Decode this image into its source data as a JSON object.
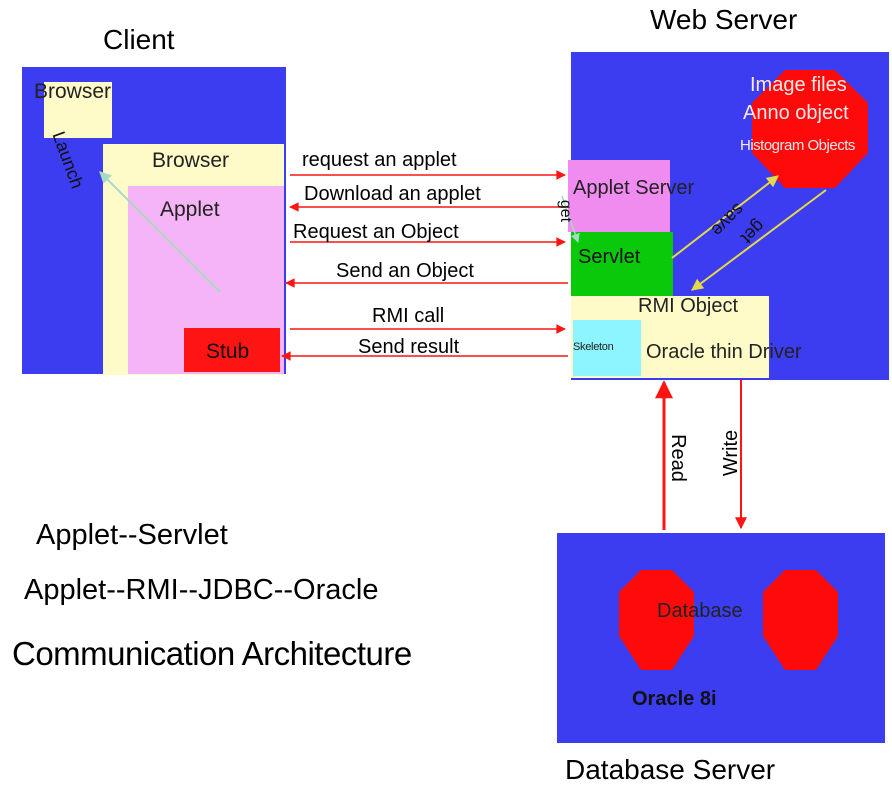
{
  "client": {
    "title": "Client",
    "browser_small": "Browser",
    "browser_main": "Browser",
    "applet": "Applet",
    "stub": "Stub",
    "launch": "Launch"
  },
  "web_server": {
    "title": "Web Server",
    "image_files": "Image files",
    "anno_object": "Anno object",
    "histogram_objects": "Histogram Objects",
    "applet_server": "Applet Server",
    "servlet": "Servlet",
    "rmi_object": "RMI Object",
    "skeleton": "Skeleton",
    "oracle_thin_driver": "Oracle thin Driver",
    "get_left": "get",
    "save": "save",
    "get_right": "get"
  },
  "messages": {
    "request_applet": "request an applet",
    "download_applet": "Download an applet",
    "request_object": "Request an Object",
    "send_object": "Send an Object",
    "rmi_call": "RMI call",
    "send_result": "Send result"
  },
  "db_server": {
    "title": "Database Server",
    "database": "Database",
    "oracle": "Oracle 8i",
    "read": "Read",
    "write": "Write"
  },
  "caption": {
    "line1": "Applet--Servlet",
    "line2": "Applet--RMI--JDBC--Oracle",
    "line3": "Communication Architecture"
  },
  "colors": {
    "panel_blue": "#3c3cf0",
    "pale_yellow": "#fffbc8",
    "pink": "#f5b4f5",
    "red": "#ff1414",
    "green": "#0ac80a",
    "cyan": "#8cf5ff",
    "magenta": "#f08cf0"
  }
}
